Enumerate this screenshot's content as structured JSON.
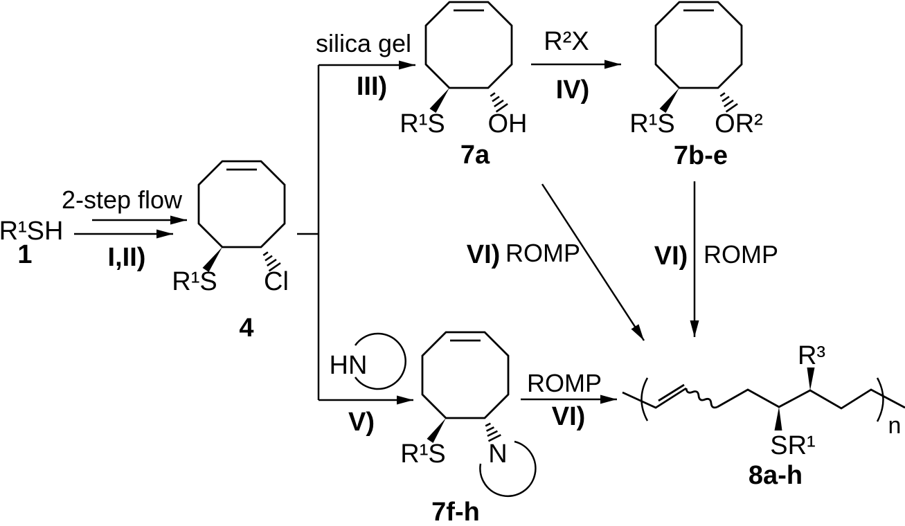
{
  "colors": {
    "ink": "#000000",
    "background": "#ffffff"
  },
  "scheme": {
    "compound_1": {
      "formula": "R¹SH",
      "number": "1"
    },
    "step_i_ii": {
      "reagent": "2-step flow",
      "label": "I,II)"
    },
    "compound_4": {
      "left_substituent": "R¹S",
      "right_substituent": "Cl",
      "number": "4"
    },
    "step_iii": {
      "reagent": "silica gel",
      "label": "III)"
    },
    "compound_7a": {
      "left_substituent": "R¹S",
      "right_substituent": "OH",
      "number": "7a"
    },
    "step_iv": {
      "reagent": "R²X",
      "label": "IV)"
    },
    "compound_7be": {
      "left_substituent": "R¹S",
      "right_substituent": "OR²",
      "number": "7b-e"
    },
    "step_v": {
      "reagent": "HN",
      "label": "V)"
    },
    "compound_7fh": {
      "left_substituent": "R¹S",
      "right_substituent": "N",
      "number": "7f-h"
    },
    "step_vi_bottom": {
      "reagent": "ROMP",
      "label": "VI)"
    },
    "step_vi_diagonal": {
      "label": "VI)",
      "reagent": "ROMP"
    },
    "step_vi_vertical": {
      "label": "VI)",
      "reagent": "ROMP"
    },
    "polymer_8": {
      "top_substituent": "R³",
      "bottom_substituent": "SR¹",
      "repeat_index": "n",
      "number": "8a-h"
    }
  }
}
